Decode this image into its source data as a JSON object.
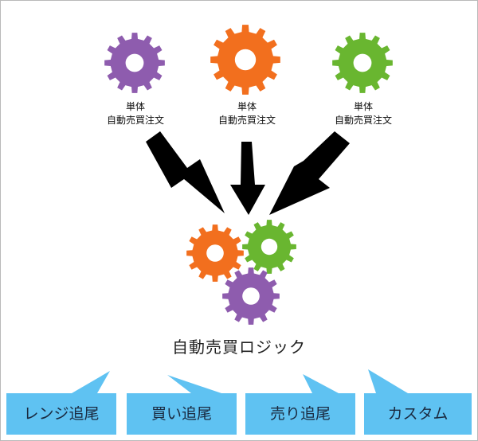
{
  "colors": {
    "purple": "#8e5cae",
    "orange": "#f26f1e",
    "green": "#69b630",
    "arrow": "#000000",
    "bubble": "#5fc2f2"
  },
  "top_gears": [
    {
      "color": "purple",
      "label_line1": "単体",
      "label_line2": "自動売買注文"
    },
    {
      "color": "orange",
      "label_line1": "単体",
      "label_line2": "自動売買注文"
    },
    {
      "color": "green",
      "label_line1": "単体",
      "label_line2": "自動売買注文"
    }
  ],
  "cluster_gears": [
    "orange",
    "green",
    "purple"
  ],
  "logic_label": "自動売買ロジック",
  "options": [
    {
      "label": "レンジ追尾"
    },
    {
      "label": "買い追尾"
    },
    {
      "label": "売り追尾"
    },
    {
      "label": "カスタム"
    }
  ]
}
